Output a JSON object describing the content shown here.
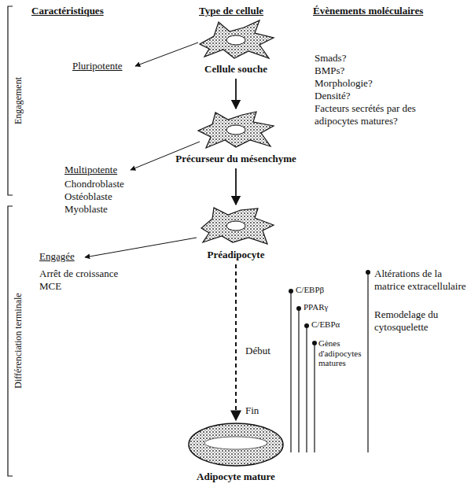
{
  "diagram": {
    "nodes": [
      {
        "text": [
          "Cellule souche"
        ]
      },
      {
        "text": [
          "Précurseur du mésenchyme"
        ]
      },
      {
        "text": [
          "Préadipocyte"
        ]
      },
      {
        "text": [
          "Adipocyte mature"
        ]
      }
    ],
    "edges": [
      {
        "from": 0,
        "to": 1,
        "arrow": "to"
      },
      {
        "from": 1,
        "to": 2,
        "arrow": "to"
      },
      {
        "from": 2,
        "to": 3,
        "arrow": "to"
      }
    ],
    "labels": [
      "Caractéristiques",
      "Type de cellule",
      "Évènements moléculaires",
      "Engagement",
      "Différenciation terminale",
      "Pluripotente",
      "Multipotente",
      "Chondroblaste",
      "Ostéoblaste",
      "Myoblaste",
      "Engagée",
      "Arrêt de croissance",
      "MCE",
      "Smads?",
      "BMPs?",
      "Morphologie?",
      "Densité?",
      "Facteurs secrétés par des adipocytes matures?",
      "Début",
      "Fin",
      "C/EBPβ",
      "PPARγ",
      "C/EBPα",
      "Gènes d'adipocytes matures",
      "Altérations de la matrice extracellulaire",
      "Remodelage du cytosquelette"
    ]
  }
}
